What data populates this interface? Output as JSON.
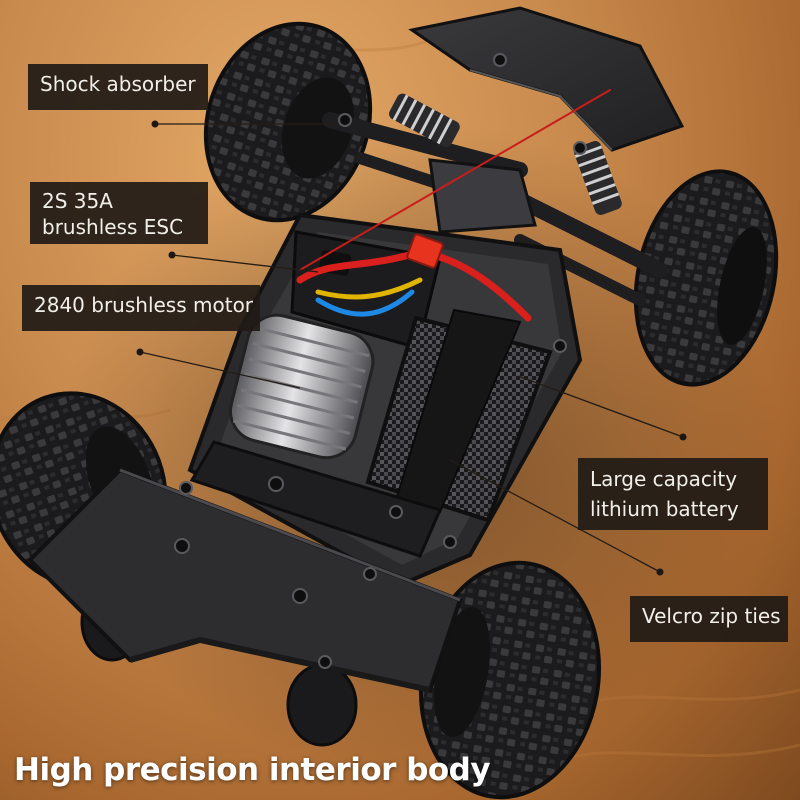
{
  "labels": {
    "shock_absorber": "Shock absorber",
    "esc_line1": "2S 35A",
    "esc_line2": "brushless ESC",
    "motor": "2840 brushless motor",
    "battery_line1": "Large capacity",
    "battery_line2": "lithium battery",
    "velcro": "Velcro zip ties"
  },
  "caption": "High precision interior body",
  "colors": {
    "sand_light": "#e3a866",
    "sand_dark": "#7e4a1f",
    "label_background": "#201a16",
    "label_text": "#f1efe9",
    "chassis": "#2b2b2d",
    "tire": "#1c1c1e",
    "wire_red": "#d9201c",
    "connector": "#e8331f"
  }
}
